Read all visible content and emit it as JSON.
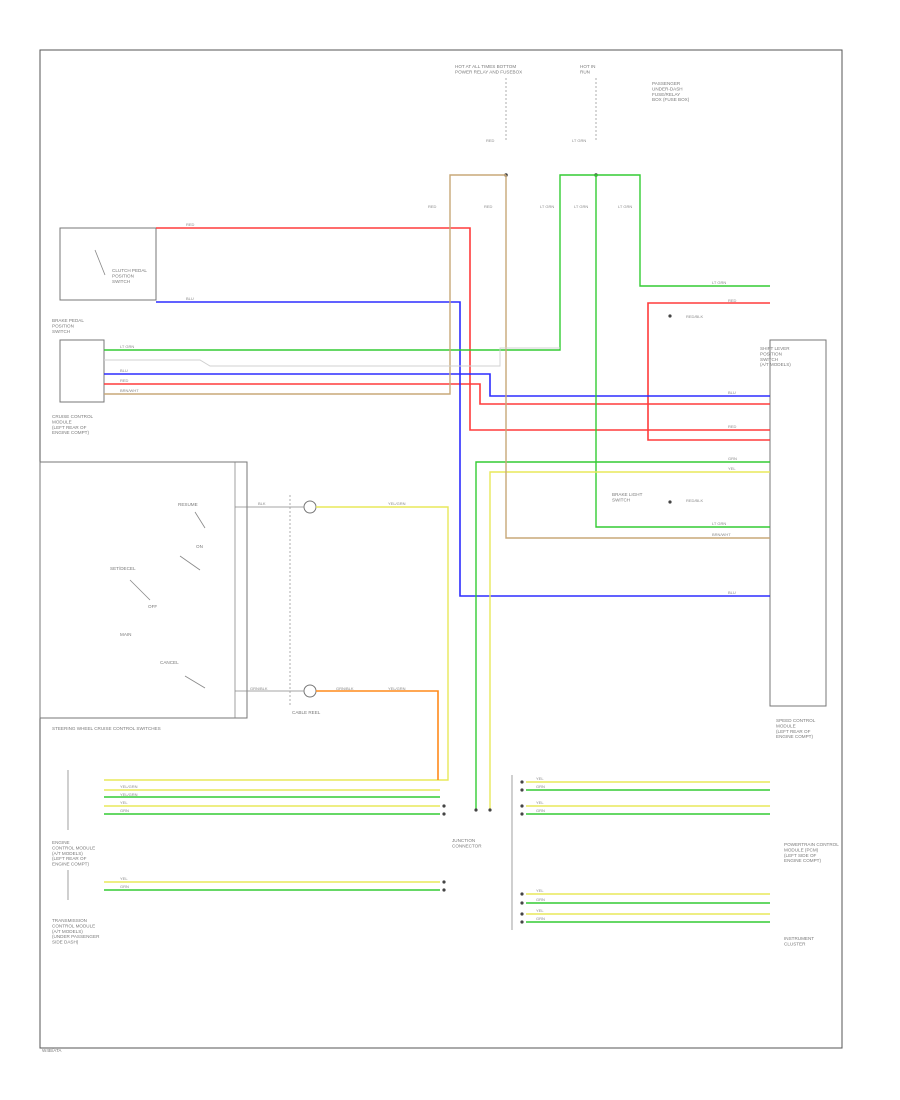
{
  "footer": {
    "code": "W4B/ATA"
  },
  "colors": {
    "red": "#ff3b3b",
    "blue": "#2d2dff",
    "green": "#33cc33",
    "yellow": "#e8e85a",
    "tan": "#c8a878",
    "orange": "#ff8a1a",
    "gray": "#d0d0d0"
  },
  "components": {
    "fuse_top_left": "HOT AT ALL TIMES BOTTOM\nPOWER RELAY AND FUSEBOX",
    "fuse_top_mid": "HOT IN\nRUN",
    "fuse_top_right": "PASSENGER\nUNDER-DASH\nFUSE/RELAY\nBOX (FUSE BOX)",
    "clutch_switch": "CLUTCH PEDAL\nPOSITION\nSWITCH",
    "brake_switch": "BRAKE PEDAL\nPOSITION\nSWITCH",
    "cruise_ctrl_module": "CRUISE CONTROL\nMODULE\n(LEFT REAR OF\nENGINE COMPT)",
    "steering_switches": "STEERING WHEEL CRUISE CONTROL SWITCHES",
    "cable_reel": "CABLE REEL",
    "ecm_label": "ENGINE\nCONTROL MODULE\n(A/T MODELS)\n(LEFT REAR OF\nENGINE COMPT)",
    "tcm_label": "TRANSMISSION\nCONTROL MODULE\n(A/T MODELS)\n(UNDER PASSENGER\nSIDE DASH)",
    "junction": "JUNCTION\nCONNECTOR",
    "mdl_right_top": "SHIFT LEVER\nPOSITION\nSWITCH\n(A/T MODELS)",
    "mdl_right_main": "SPEED CONTROL\nMODULE\n(LEFT REAR OF\nENGINE COMPT)",
    "mdl_right_lower": "POWERTRAIN CONTROL\nMODULE (PCM)\n(LEFT SIDE OF\nENGINE COMPT)",
    "mdl_right_bottom": "INSTRUMENT\nCLUSTER",
    "brake_light_switch": "BRAKE LIGHT\nSWITCH",
    "set_switch": "SET/DECEL",
    "resume_switch": "RESUME",
    "main_switch": "MAIN",
    "cancel_switch": "CANCEL",
    "on_label": "ON",
    "off_label": "OFF"
  },
  "wire_labels": {
    "red": "RED",
    "blu": "BLU",
    "grn": "GRN",
    "yel": "YEL",
    "yel_grn": "YEL/GRN",
    "grn_blk": "GRN/BLK",
    "blk": "BLK",
    "lt_grn": "LT GRN",
    "brn_wht": "BRN/WHT",
    "red_blk": "RED/BLK"
  }
}
